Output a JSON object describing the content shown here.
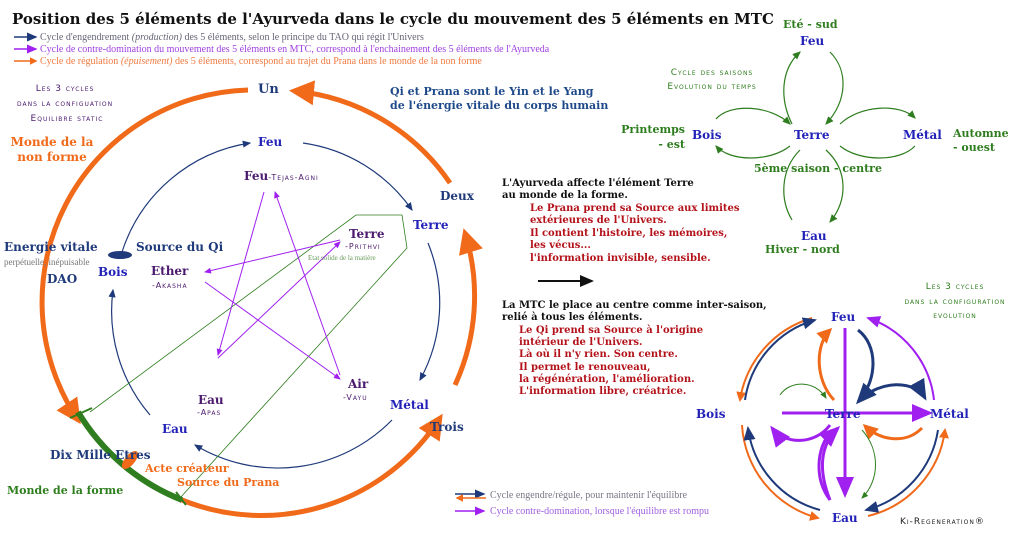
{
  "title": "Position des 5 éléments de l'Ayurveda dans le cycle du mouvement des 5 éléments en MTC",
  "legend_top": [
    {
      "text_a": "Cycle d'engendrement ",
      "text_em": "(production)",
      "text_b": " des 5 éléments, selon le principe du TAO qui régit l'Univers",
      "color": "#1f3a7a"
    },
    {
      "text_a": "Cycle de contre-domination du mouvement des 5 éléments en MTC, correspond à l'enchainement des 5 éléments de l'Ayurveda",
      "text_em": "",
      "text_b": "",
      "color": "#a020f0"
    },
    {
      "text_a": "Cycle de régulation ",
      "text_em": "(épuisement)",
      "text_b": " des 5 éléments, correspond au trajet du Prana dans le monde de la non forme",
      "color": "#f06a1a"
    }
  ],
  "left": {
    "cycles_note": [
      "Les 3 cycles",
      "dans la configuation",
      "Equilibre static"
    ],
    "monde_non_forme": [
      "Monde de la",
      "non forme"
    ],
    "energie": "Energie vitale",
    "energie_sub": "perpétuelle, inépuisable",
    "dao": "DAO",
    "source_qi": "Source du Qi",
    "un": "Un",
    "deux": "Deux",
    "trois": "Trois",
    "qi_prana": [
      "Qi et Prana sont le Yin et le Yang",
      "de l'énergie vitale du corps humain"
    ],
    "mtc": {
      "feu": "Feu",
      "terre": "Terre",
      "metal": "Métal",
      "eau": "Eau",
      "bois": "Bois"
    },
    "ayurveda": {
      "feu": "Feu",
      "feu_sub": "-Tejas-Agni",
      "terre": "Terre",
      "terre_sub": "-Prithvi",
      "terre_note": "Etat solide de la matière",
      "ether": "Ether",
      "ether_sub": "-Akasha",
      "eau": "Eau",
      "eau_sub": "-Apas",
      "air": "Air",
      "air_sub": "-Vayu"
    },
    "dix_mille": "Dix Mille Etres",
    "acte": "Acte créateur",
    "source_prana": "Source du Prana",
    "monde_forme": "Monde de la forme"
  },
  "middle": {
    "ayurveda_head": [
      "L'Ayurveda affecte l'élément Terre",
      "au monde de la forme."
    ],
    "ayurveda_body": [
      "Le Prana prend sa Source aux limites",
      "extérieures de l'Univers.",
      "Il contient l'histoire, les mémoires,",
      "les vécus...",
      "l'information invisible, sensible."
    ],
    "mtc_head": [
      "La MTC le place au centre comme inter-saison,",
      "relié à tous les éléments."
    ],
    "mtc_body": [
      "Le Qi prend sa Source à l'origine",
      "intérieur de l'Univers.",
      "Là où il n'y rien. Son centre.",
      "Il permet le renouveau,",
      "la régénération, l'amélioration.",
      "L'information libre, créatrice."
    ]
  },
  "seasons": {
    "title": [
      "Cycle des saisons",
      "Evolution du temps"
    ],
    "ete": "Eté - sud",
    "feu": "Feu",
    "bois": "Bois",
    "terre": "Terre",
    "metal": "Métal",
    "eau": "Eau",
    "printemps": [
      "Printemps",
      "- est"
    ],
    "automne": [
      "Automne",
      "- ouest"
    ],
    "cinquieme": "5ème saison - centre",
    "hiver": "Hiver - nord"
  },
  "evolution": {
    "title": [
      "Les 3 cycles",
      "dans la configuration",
      "evolution"
    ],
    "feu": "Feu",
    "bois": "Bois",
    "terre": "Terre",
    "metal": "Métal",
    "eau": "Eau",
    "legend": [
      "Cycle engendre/régule, pour maintenir l'équilibre",
      "Cycle contre-domination, lorsque l'équilibre est rompu"
    ],
    "credit": "Ki-Regeneration®"
  },
  "colors": {
    "navy": "#1f3a7a",
    "orange": "#f06a1a",
    "purple": "#a020f0",
    "green": "#2e7d1e",
    "red": "#b3121a"
  }
}
